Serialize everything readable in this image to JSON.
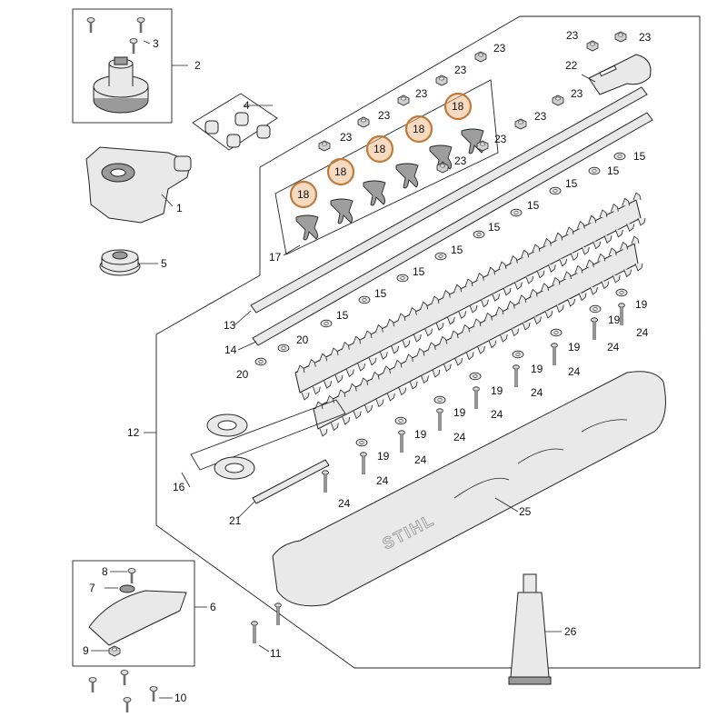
{
  "diagram": {
    "brand_mark": "STIHL",
    "highlight_color": "#c07a3c",
    "callouts": [
      {
        "id": "c1",
        "text": "1"
      },
      {
        "id": "c2",
        "text": "2"
      },
      {
        "id": "c3",
        "text": "3"
      },
      {
        "id": "c4",
        "text": "4"
      },
      {
        "id": "c5",
        "text": "5"
      },
      {
        "id": "c6",
        "text": "6"
      },
      {
        "id": "c7",
        "text": "7"
      },
      {
        "id": "c8",
        "text": "8"
      },
      {
        "id": "c9",
        "text": "9"
      },
      {
        "id": "c10",
        "text": "10"
      },
      {
        "id": "c11",
        "text": "11"
      },
      {
        "id": "c12",
        "text": "12"
      },
      {
        "id": "c13",
        "text": "13"
      },
      {
        "id": "c14",
        "text": "14"
      },
      {
        "id": "c15a",
        "text": "15"
      },
      {
        "id": "c15b",
        "text": "15"
      },
      {
        "id": "c15c",
        "text": "15"
      },
      {
        "id": "c15d",
        "text": "15"
      },
      {
        "id": "c15e",
        "text": "15"
      },
      {
        "id": "c15f",
        "text": "15"
      },
      {
        "id": "c15g",
        "text": "15"
      },
      {
        "id": "c15h",
        "text": "15"
      },
      {
        "id": "c15i",
        "text": "15"
      },
      {
        "id": "c16",
        "text": "16"
      },
      {
        "id": "c17",
        "text": "17"
      },
      {
        "id": "c18a",
        "text": "18"
      },
      {
        "id": "c18b",
        "text": "18"
      },
      {
        "id": "c18c",
        "text": "18"
      },
      {
        "id": "c18d",
        "text": "18"
      },
      {
        "id": "c18e",
        "text": "18"
      },
      {
        "id": "c19a",
        "text": "19"
      },
      {
        "id": "c19b",
        "text": "19"
      },
      {
        "id": "c19c",
        "text": "19"
      },
      {
        "id": "c19d",
        "text": "19"
      },
      {
        "id": "c19e",
        "text": "19"
      },
      {
        "id": "c19f",
        "text": "19"
      },
      {
        "id": "c19g",
        "text": "19"
      },
      {
        "id": "c19h",
        "text": "19"
      },
      {
        "id": "c20a",
        "text": "20"
      },
      {
        "id": "c20b",
        "text": "20"
      },
      {
        "id": "c21",
        "text": "21"
      },
      {
        "id": "c22",
        "text": "22"
      },
      {
        "id": "c23a",
        "text": "23"
      },
      {
        "id": "c23b",
        "text": "23"
      },
      {
        "id": "c23c",
        "text": "23"
      },
      {
        "id": "c23d",
        "text": "23"
      },
      {
        "id": "c23e",
        "text": "23"
      },
      {
        "id": "c23f",
        "text": "23"
      },
      {
        "id": "c23g",
        "text": "23"
      },
      {
        "id": "c23h",
        "text": "23"
      },
      {
        "id": "c23i",
        "text": "23"
      },
      {
        "id": "c23j",
        "text": "23"
      },
      {
        "id": "c23k",
        "text": "23"
      },
      {
        "id": "c24a",
        "text": "24"
      },
      {
        "id": "c24b",
        "text": "24"
      },
      {
        "id": "c24c",
        "text": "24"
      },
      {
        "id": "c24d",
        "text": "24"
      },
      {
        "id": "c24e",
        "text": "24"
      },
      {
        "id": "c24f",
        "text": "24"
      },
      {
        "id": "c24g",
        "text": "24"
      },
      {
        "id": "c24h",
        "text": "24"
      },
      {
        "id": "c24i",
        "text": "24"
      },
      {
        "id": "c25",
        "text": "25"
      },
      {
        "id": "c26",
        "text": "26"
      }
    ]
  }
}
